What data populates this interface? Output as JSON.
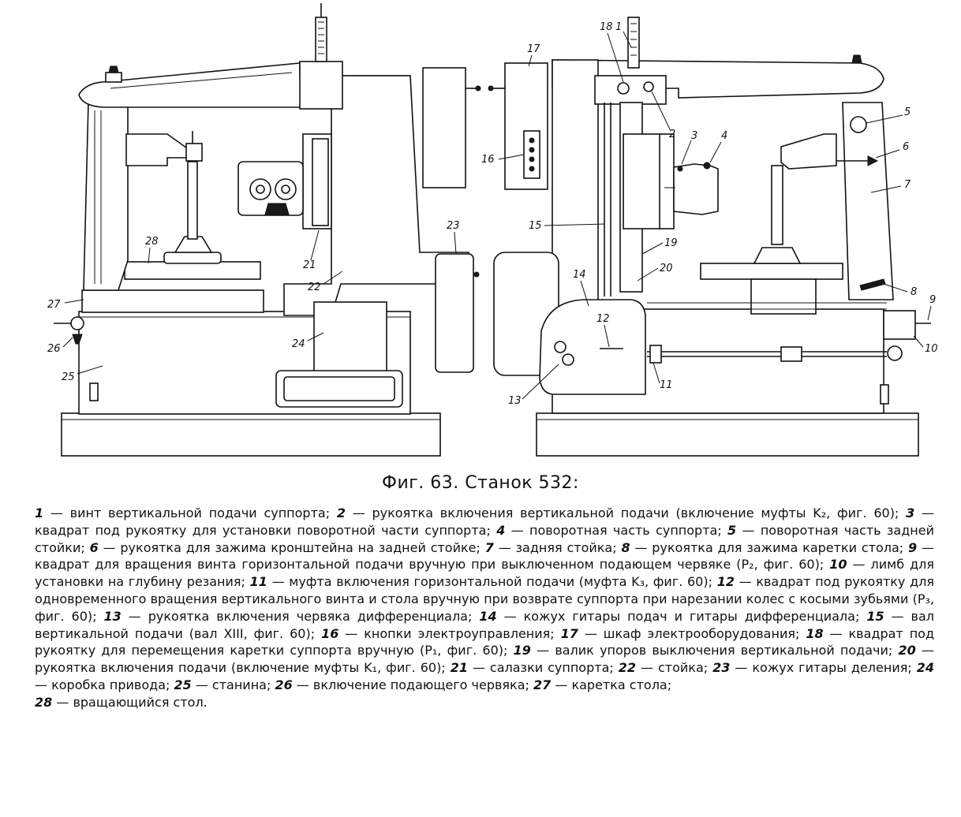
{
  "figure": {
    "callouts": [
      "1",
      "2",
      "3",
      "4",
      "5",
      "6",
      "7",
      "8",
      "9",
      "10",
      "11",
      "12",
      "13",
      "14",
      "15",
      "16",
      "17",
      "18",
      "19",
      "20",
      "21",
      "22",
      "23",
      "24",
      "25",
      "26",
      "27",
      "28"
    ]
  },
  "caption": "Фиг. 63. Станок 532:",
  "legend": [
    {
      "num": "1",
      "text": " — винт вертикальной подачи суппорта; "
    },
    {
      "num": "2",
      "text": " — рукоятка включения вертикальной подачи (включение муфты K₂, фиг. 60); "
    },
    {
      "num": "3",
      "text": " — квадрат под рукоятку для установки поворотной части суппорта; "
    },
    {
      "num": "4",
      "text": " — поворотная часть суппорта; "
    },
    {
      "num": "5",
      "text": " — поворотная часть задней стойки; "
    },
    {
      "num": "6",
      "text": " — рукоятка для зажима кронштейна на задней стойке; "
    },
    {
      "num": "7",
      "text": " — задняя стойка; "
    },
    {
      "num": "8",
      "text": " — рукоятка для зажима каретки стола; "
    },
    {
      "num": "9",
      "text": " — квадрат для вращения винта горизонтальной подачи вручную при выключенном подающем червяке (P₂, фиг. 60); "
    },
    {
      "num": "10",
      "text": " — лимб для установки на глубину резания; "
    },
    {
      "num": "11",
      "text": " — муфта включения горизонтальной подачи (муфта K₃, фиг. 60); "
    },
    {
      "num": "12",
      "text": " — квадрат под рукоятку для одновременного вращения вертикального винта и стола вручную при возврате суппорта при нарезании колес с косыми зубьями (P₃, фиг. 60); "
    },
    {
      "num": "13",
      "text": " — рукоятка включения червяка дифференциала; "
    },
    {
      "num": "14",
      "text": " — кожух гитары подач и гитары дифференциала; "
    },
    {
      "num": "15",
      "text": " — вал вертикальной подачи (вал XIII, фиг. 60); "
    },
    {
      "num": "16",
      "text": " — кнопки электроуправления; "
    },
    {
      "num": "17",
      "text": " — шкаф электрооборудования; "
    },
    {
      "num": "18",
      "text": " — квадрат под рукоятку для перемещения каретки суппорта вручную (P₁, фиг. 60); "
    },
    {
      "num": "19",
      "text": " — валик упоров выключения вертикальной подачи; "
    },
    {
      "num": "20",
      "text": " — рукоятка включения подачи (включение муфты K₁, фиг. 60); "
    },
    {
      "num": "21",
      "text": " — салазки суппорта; "
    },
    {
      "num": "22",
      "text": " — стойка; "
    },
    {
      "num": "23",
      "text": " — кожух гитары деления; "
    },
    {
      "num": "24",
      "text": " — коробка привода; "
    },
    {
      "num": "25",
      "text": " — станина; "
    },
    {
      "num": "26",
      "text": " — включение подающего червяка; "
    },
    {
      "num": "27",
      "text": " — каретка стола; "
    },
    {
      "num": "28",
      "text": " — вращающийся стол."
    }
  ]
}
